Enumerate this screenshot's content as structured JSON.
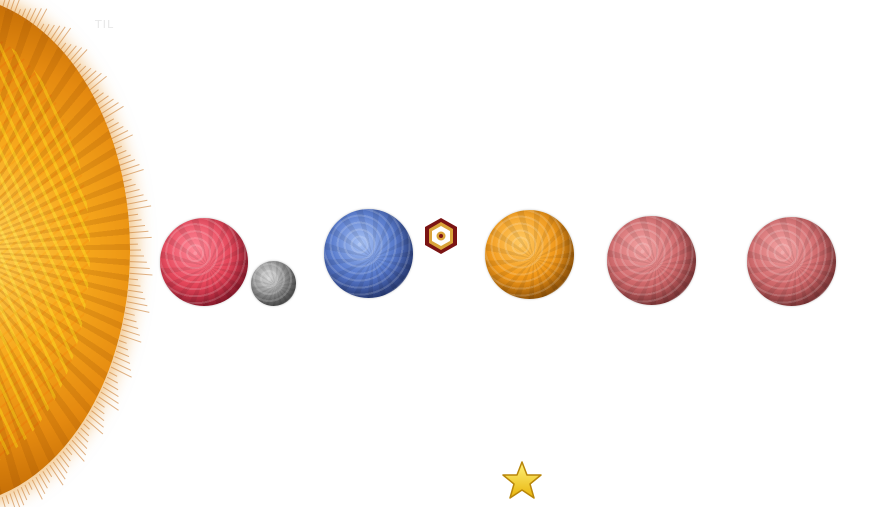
{
  "scene": {
    "corner_text": "TIL",
    "sun_icon": "sun-icon",
    "star_icon": "star-icon",
    "marker_icon": "hexagon-marker-icon"
  },
  "bodies": [
    {
      "name": "red-planet",
      "color": "#e6495c"
    },
    {
      "name": "gray-moon",
      "color": "#9a9a9a"
    },
    {
      "name": "blue-planet",
      "color": "#5d7fcf"
    },
    {
      "name": "orange-planet",
      "color": "#f29a1c"
    },
    {
      "name": "rose-planet-1",
      "color": "#d16b6d"
    },
    {
      "name": "rose-planet-2",
      "color": "#d16b6d"
    }
  ],
  "colors": {
    "background": "#ffffff",
    "sun": "#f7a81c",
    "marker_border": "#7a1414",
    "marker_fill": "#d9a43a",
    "star": "#f7d21a"
  }
}
